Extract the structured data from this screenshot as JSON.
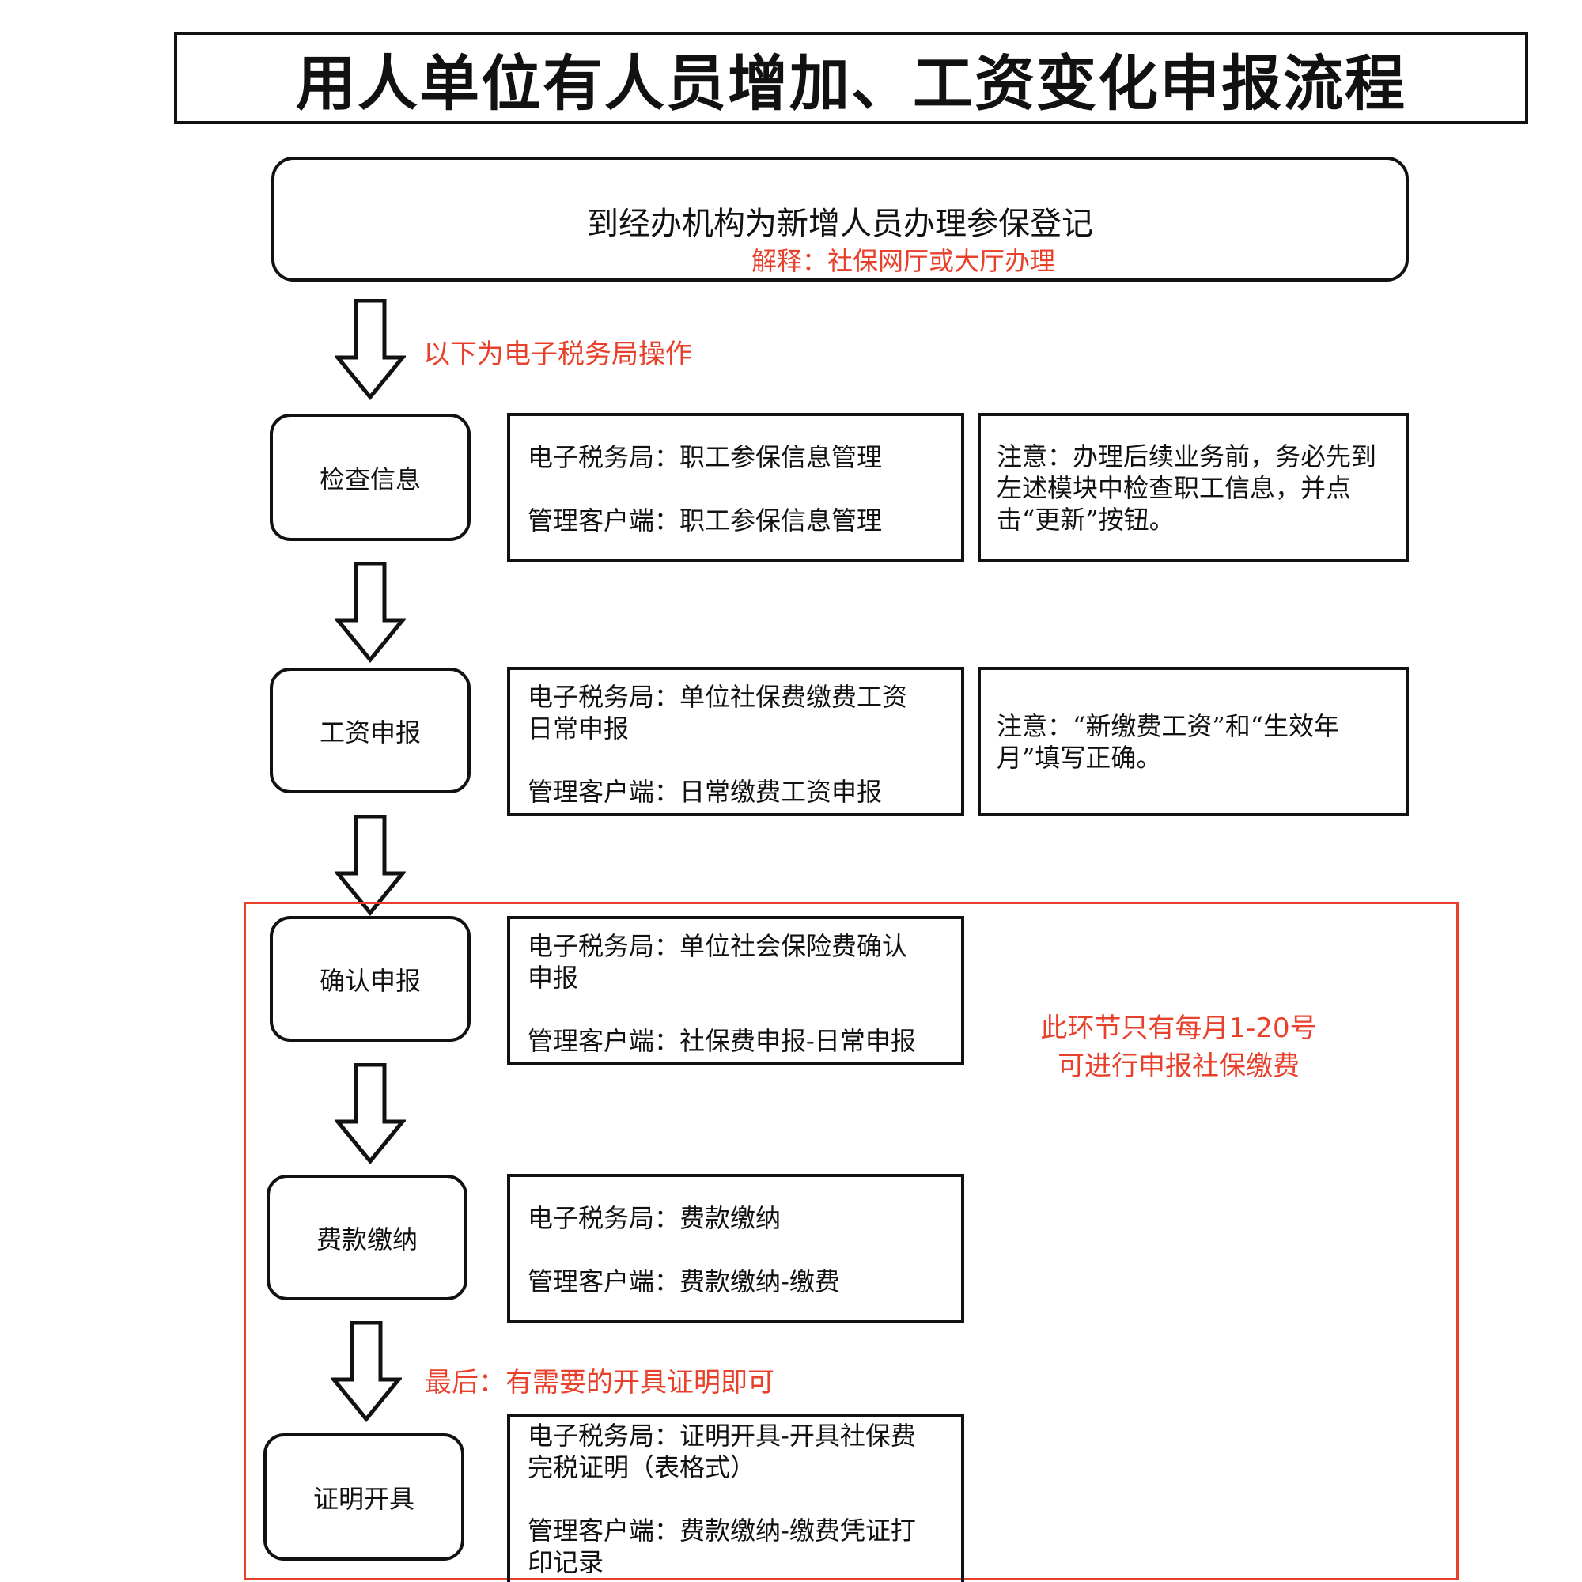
{
  "title": "用人单位有人员增加、工资变化申报流程",
  "top": {
    "main": "到经办机构为新增人员办理参保登记",
    "note": "解释：社保网厅或大厅办理"
  },
  "e_tax_note": "以下为电子税务局操作",
  "steps": [
    {
      "label": "检查信息",
      "lines": [
        "电子税务局：职工参保信息管理",
        "管理客户端：职工参保信息管理"
      ],
      "note": "注意：办理后续业务前，务必先到左述模块中检查职工信息，并点击“更新”按钮。"
    },
    {
      "label": "工资申报",
      "lines": [
        "电子税务局：单位社保费缴费工资",
        "日常申报",
        "管理客户端：日常缴费工资申报"
      ],
      "note": "注意：“新缴费工资”和“生效年月”填写正确。"
    },
    {
      "label": "确认申报",
      "lines": [
        "电子税务局：单位社会保险费确认",
        "申报",
        "管理客户端：社保费申报-日常申报"
      ]
    },
    {
      "label": "费款缴纳",
      "lines": [
        "电子税务局：费款缴纳",
        "管理客户端：费款缴纳-缴费"
      ]
    },
    {
      "label": "证明开具",
      "lines": [
        "电子税务局：证明开具-开具社保费",
        "完税证明（表格式）",
        "管理客户端：费款缴纳-缴费凭证打",
        "印记录"
      ]
    }
  ],
  "period_note": [
    "此环节只有每月1-20号",
    "可进行申报社保缴费"
  ],
  "final_note": "最后：有需要的开具证明即可",
  "colors": {
    "line": "#111111",
    "accent_red": "#e8402a"
  }
}
